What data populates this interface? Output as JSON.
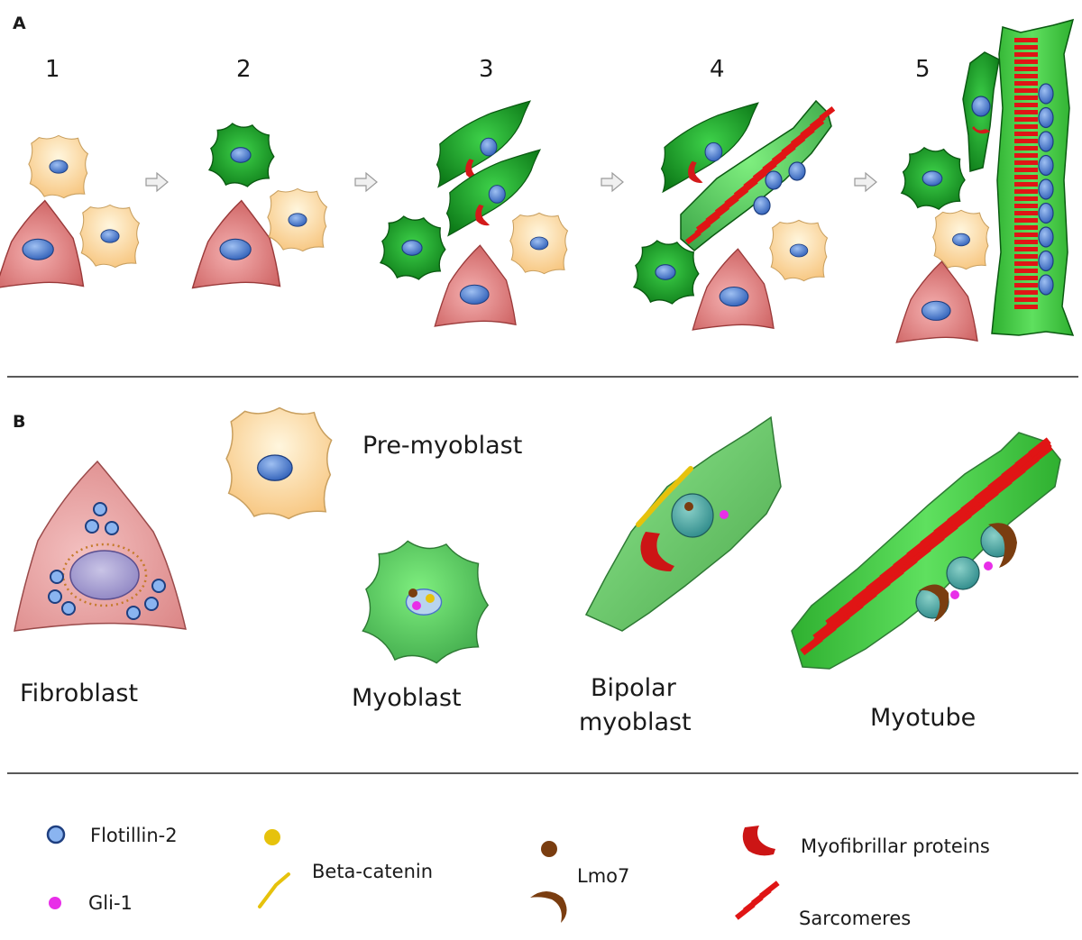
{
  "panels": {
    "a": "A",
    "b": "B"
  },
  "steps": [
    "1",
    "2",
    "3",
    "4",
    "5"
  ],
  "cell_labels": {
    "fibroblast": "Fibroblast",
    "pre_myoblast": "Pre-myoblast",
    "myoblast": "Myoblast",
    "bipolar_line1": "Bipolar",
    "bipolar_line2": "myoblast",
    "myotube": "Myotube"
  },
  "legend": {
    "flotillin2": "Flotillin-2",
    "gli1": "Gli-1",
    "beta_catenin": "Beta-catenin",
    "lmo7": "Lmo7",
    "myofibrillar": "Myofibrillar proteins",
    "sarcomeres": "Sarcomeres"
  },
  "colors": {
    "fibroblast": "#d86a6a",
    "pre_myoblast": "#f7c57e",
    "myoblast": "#1d9a2a",
    "myotube": "#4fd24f",
    "nucleus": "#4a74c9",
    "flotillin2": "#8ab4f0",
    "gli1": "#e82ee8",
    "beta_catenin": "#e6c20c",
    "lmo7": "#7a3d10",
    "sarcomere": "#e01515"
  }
}
